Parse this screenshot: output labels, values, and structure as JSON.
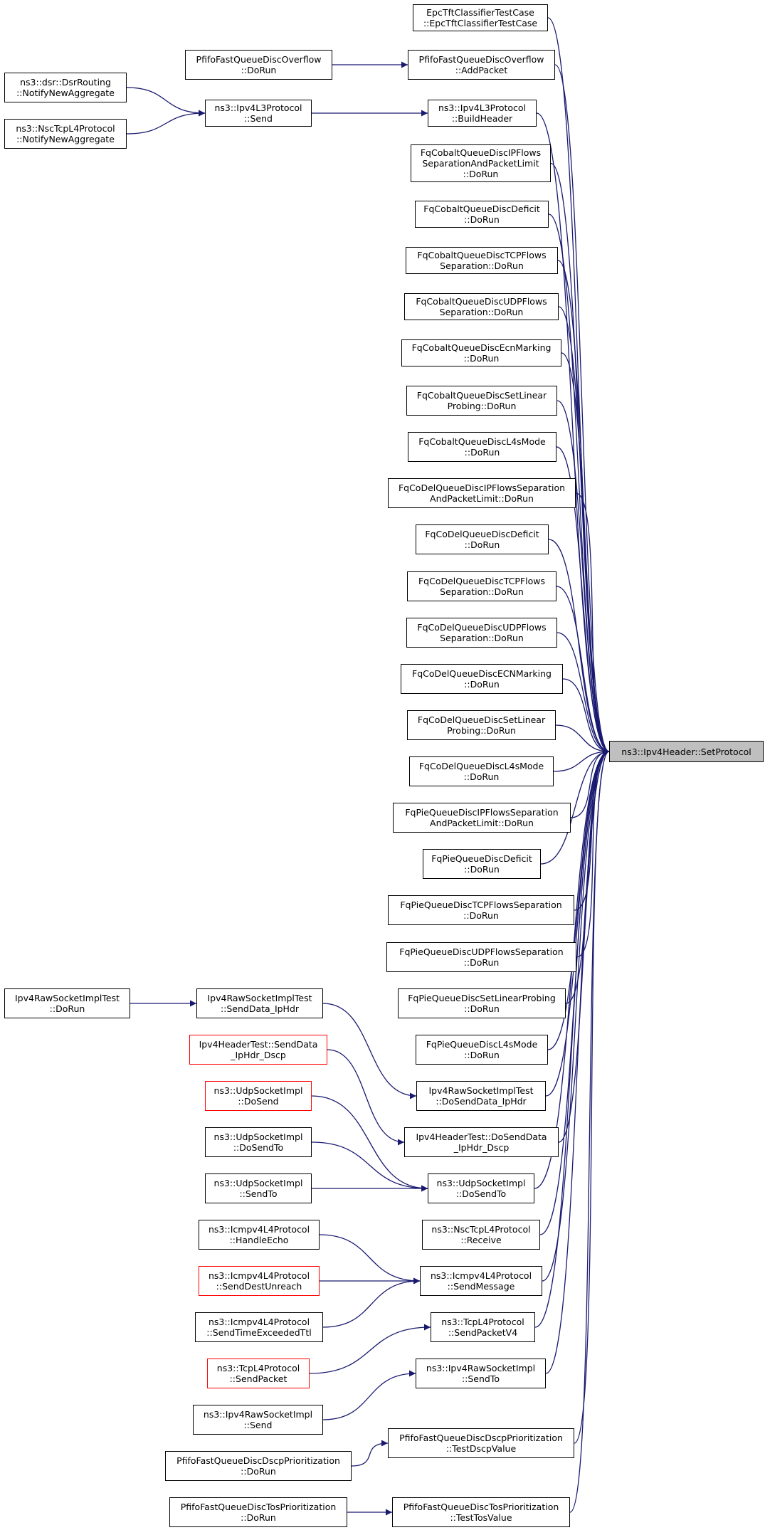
{
  "colors": {
    "edge": "#191970",
    "border": "#000000",
    "truncated_border": "#ff0000",
    "root_fill": "#bfbfbf"
  },
  "nodes": [
    {
      "id": "root",
      "lines": [
        "ns3::Ipv4Header::SetProtocol"
      ],
      "style": "root"
    },
    {
      "id": "epc",
      "lines": [
        "EpcTftClassifierTestCase",
        "::EpcTftClassifierTestCase"
      ]
    },
    {
      "id": "pf_ovf_dorun",
      "lines": [
        "PfifoFastQueueDiscOverflow",
        "::DoRun"
      ]
    },
    {
      "id": "pf_ovf_add",
      "lines": [
        "PfifoFastQueueDiscOverflow",
        "::AddPacket"
      ]
    },
    {
      "id": "dsr_notify",
      "lines": [
        "ns3::dsr::DsrRouting",
        "::NotifyNewAggregate"
      ]
    },
    {
      "id": "nsc_notify",
      "lines": [
        "ns3::NscTcpL4Protocol",
        "::NotifyNewAggregate"
      ]
    },
    {
      "id": "ipv4l3_send",
      "lines": [
        "ns3::Ipv4L3Protocol",
        "::Send"
      ]
    },
    {
      "id": "ipv4l3_build",
      "lines": [
        "ns3::Ipv4L3Protocol",
        "::BuildHeader"
      ]
    },
    {
      "id": "fqc_ipflows",
      "lines": [
        "FqCobaltQueueDiscIPFlows",
        "SeparationAndPacketLimit",
        "::DoRun"
      ]
    },
    {
      "id": "fqc_deficit",
      "lines": [
        "FqCobaltQueueDiscDeficit",
        "::DoRun"
      ]
    },
    {
      "id": "fqc_tcp",
      "lines": [
        "FqCobaltQueueDiscTCPFlows",
        "Separation::DoRun"
      ]
    },
    {
      "id": "fqc_udp",
      "lines": [
        "FqCobaltQueueDiscUDPFlows",
        "Separation::DoRun"
      ]
    },
    {
      "id": "fqc_ecn",
      "lines": [
        "FqCobaltQueueDiscEcnMarking",
        "::DoRun"
      ]
    },
    {
      "id": "fqc_linear",
      "lines": [
        "FqCobaltQueueDiscSetLinear",
        "Probing::DoRun"
      ]
    },
    {
      "id": "fqc_l4s",
      "lines": [
        "FqCobaltQueueDiscL4sMode",
        "::DoRun"
      ]
    },
    {
      "id": "fqd_ipflows",
      "lines": [
        "FqCoDelQueueDiscIPFlowsSeparation",
        "AndPacketLimit::DoRun"
      ]
    },
    {
      "id": "fqd_deficit",
      "lines": [
        "FqCoDelQueueDiscDeficit",
        "::DoRun"
      ]
    },
    {
      "id": "fqd_tcp",
      "lines": [
        "FqCoDelQueueDiscTCPFlows",
        "Separation::DoRun"
      ]
    },
    {
      "id": "fqd_udp",
      "lines": [
        "FqCoDelQueueDiscUDPFlows",
        "Separation::DoRun"
      ]
    },
    {
      "id": "fqd_ecn",
      "lines": [
        "FqCoDelQueueDiscECNMarking",
        "::DoRun"
      ]
    },
    {
      "id": "fqd_linear",
      "lines": [
        "FqCoDelQueueDiscSetLinear",
        "Probing::DoRun"
      ]
    },
    {
      "id": "fqd_l4s",
      "lines": [
        "FqCoDelQueueDiscL4sMode",
        "::DoRun"
      ]
    },
    {
      "id": "fqp_ipflows",
      "lines": [
        "FqPieQueueDiscIPFlowsSeparation",
        "AndPacketLimit::DoRun"
      ]
    },
    {
      "id": "fqp_deficit",
      "lines": [
        "FqPieQueueDiscDeficit",
        "::DoRun"
      ]
    },
    {
      "id": "fqp_tcp",
      "lines": [
        "FqPieQueueDiscTCPFlowsSeparation",
        "::DoRun"
      ]
    },
    {
      "id": "fqp_udp",
      "lines": [
        "FqPieQueueDiscUDPFlowsSeparation",
        "::DoRun"
      ]
    },
    {
      "id": "fqp_linear",
      "lines": [
        "FqPieQueueDiscSetLinearProbing",
        "::DoRun"
      ]
    },
    {
      "id": "fqp_l4s",
      "lines": [
        "FqPieQueueDiscL4sMode",
        "::DoRun"
      ]
    },
    {
      "id": "raw_test_dorun",
      "lines": [
        "Ipv4RawSocketImplTest",
        "::DoRun"
      ]
    },
    {
      "id": "raw_test_senddata",
      "lines": [
        "Ipv4RawSocketImplTest",
        "::SendData_IpHdr"
      ]
    },
    {
      "id": "hdr_test_senddata",
      "lines": [
        "Ipv4HeaderTest::SendData",
        "_IpHdr_Dscp"
      ],
      "style": "red"
    },
    {
      "id": "udp_dosend",
      "lines": [
        "ns3::UdpSocketImpl",
        "::DoSend"
      ],
      "style": "red"
    },
    {
      "id": "raw_test_dosenddata",
      "lines": [
        "Ipv4RawSocketImplTest",
        "::DoSendData_IpHdr"
      ]
    },
    {
      "id": "hdr_test_dosenddata",
      "lines": [
        "Ipv4HeaderTest::DoSendData",
        "_IpHdr_Dscp"
      ]
    },
    {
      "id": "udp_dosendto_src",
      "lines": [
        "ns3::UdpSocketImpl",
        "::DoSendTo"
      ]
    },
    {
      "id": "udp_sendto",
      "lines": [
        "ns3::UdpSocketImpl",
        "::SendTo"
      ]
    },
    {
      "id": "udp_dosendto",
      "lines": [
        "ns3::UdpSocketImpl",
        "::DoSendTo"
      ]
    },
    {
      "id": "nsc_receive",
      "lines": [
        "ns3::NscTcpL4Protocol",
        "::Receive"
      ]
    },
    {
      "id": "icmp_echo",
      "lines": [
        "ns3::Icmpv4L4Protocol",
        "::HandleEcho"
      ]
    },
    {
      "id": "icmp_unreach",
      "lines": [
        "ns3::Icmpv4L4Protocol",
        "::SendDestUnreach"
      ],
      "style": "red"
    },
    {
      "id": "icmp_ttl",
      "lines": [
        "ns3::Icmpv4L4Protocol",
        "::SendTimeExceededTtl"
      ]
    },
    {
      "id": "icmp_sendmsg",
      "lines": [
        "ns3::Icmpv4L4Protocol",
        "::SendMessage"
      ]
    },
    {
      "id": "tcp_sendv4",
      "lines": [
        "ns3::TcpL4Protocol",
        "::SendPacketV4"
      ]
    },
    {
      "id": "tcp_sendpacket",
      "lines": [
        "ns3::TcpL4Protocol",
        "::SendPacket"
      ],
      "style": "red"
    },
    {
      "id": "raw_sendto",
      "lines": [
        "ns3::Ipv4RawSocketImpl",
        "::SendTo"
      ]
    },
    {
      "id": "raw_send",
      "lines": [
        "ns3::Ipv4RawSocketImpl",
        "::Send"
      ]
    },
    {
      "id": "pf_dscp_dorun",
      "lines": [
        "PfifoFastQueueDiscDscpPrioritization",
        "::DoRun"
      ]
    },
    {
      "id": "pf_dscp_test",
      "lines": [
        "PfifoFastQueueDiscDscpPrioritization",
        "::TestDscpValue"
      ]
    },
    {
      "id": "pf_tos_dorun",
      "lines": [
        "PfifoFastQueueDiscTosPrioritization",
        "::DoRun"
      ]
    },
    {
      "id": "pf_tos_test",
      "lines": [
        "PfifoFastQueueDiscTosPrioritization",
        "::TestTosValue"
      ]
    }
  ],
  "edges": [
    [
      "epc",
      "root"
    ],
    [
      "pf_ovf_add",
      "root"
    ],
    [
      "ipv4l3_build",
      "root"
    ],
    [
      "fqc_ipflows",
      "root"
    ],
    [
      "fqc_deficit",
      "root"
    ],
    [
      "fqc_tcp",
      "root"
    ],
    [
      "fqc_udp",
      "root"
    ],
    [
      "fqc_ecn",
      "root"
    ],
    [
      "fqc_linear",
      "root"
    ],
    [
      "fqc_l4s",
      "root"
    ],
    [
      "fqd_ipflows",
      "root"
    ],
    [
      "fqd_deficit",
      "root"
    ],
    [
      "fqd_tcp",
      "root"
    ],
    [
      "fqd_udp",
      "root"
    ],
    [
      "fqd_ecn",
      "root"
    ],
    [
      "fqd_linear",
      "root"
    ],
    [
      "fqd_l4s",
      "root"
    ],
    [
      "fqp_ipflows",
      "root"
    ],
    [
      "fqp_deficit",
      "root"
    ],
    [
      "fqp_tcp",
      "root"
    ],
    [
      "fqp_udp",
      "root"
    ],
    [
      "fqp_linear",
      "root"
    ],
    [
      "fqp_l4s",
      "root"
    ],
    [
      "raw_test_dosenddata",
      "root"
    ],
    [
      "hdr_test_dosenddata",
      "root"
    ],
    [
      "udp_dosendto",
      "root"
    ],
    [
      "nsc_receive",
      "root"
    ],
    [
      "icmp_sendmsg",
      "root"
    ],
    [
      "tcp_sendv4",
      "root"
    ],
    [
      "raw_sendto",
      "root"
    ],
    [
      "pf_dscp_test",
      "root"
    ],
    [
      "pf_tos_test",
      "root"
    ],
    [
      "pf_ovf_dorun",
      "pf_ovf_add"
    ],
    [
      "dsr_notify",
      "ipv4l3_send"
    ],
    [
      "nsc_notify",
      "ipv4l3_send"
    ],
    [
      "ipv4l3_send",
      "ipv4l3_build"
    ],
    [
      "raw_test_dorun",
      "raw_test_senddata"
    ],
    [
      "raw_test_senddata",
      "raw_test_dosenddata"
    ],
    [
      "hdr_test_senddata",
      "hdr_test_dosenddata"
    ],
    [
      "udp_dosend",
      "udp_dosendto"
    ],
    [
      "udp_dosendto_src",
      "udp_dosendto"
    ],
    [
      "udp_sendto",
      "udp_dosendto"
    ],
    [
      "icmp_echo",
      "icmp_sendmsg"
    ],
    [
      "icmp_unreach",
      "icmp_sendmsg"
    ],
    [
      "icmp_ttl",
      "icmp_sendmsg"
    ],
    [
      "tcp_sendpacket",
      "tcp_sendv4"
    ],
    [
      "raw_send",
      "raw_sendto"
    ],
    [
      "pf_dscp_dorun",
      "pf_dscp_test"
    ],
    [
      "pf_tos_dorun",
      "pf_tos_test"
    ]
  ]
}
